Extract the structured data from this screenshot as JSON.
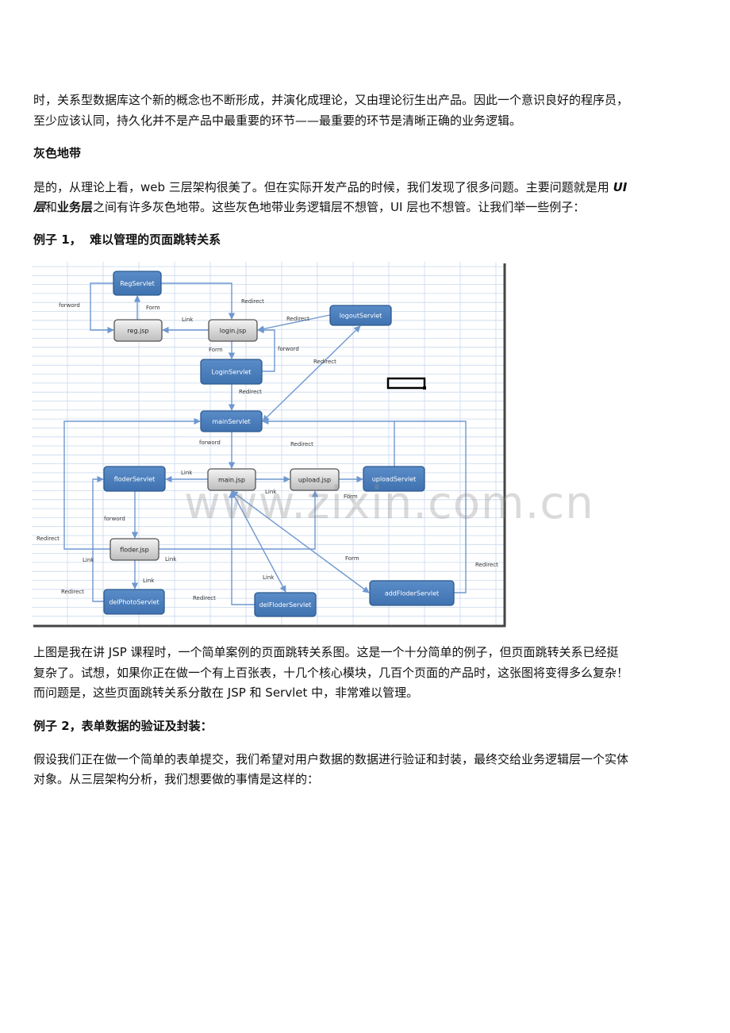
{
  "paragraph_1": {
    "line_1": "时，关系型数据库这个新的概念也不断形成，并演化成理论，又由理论衍生出产品。因此一个意识良好的程序员，",
    "line_2": "至少应该认同，持久化并不是产品中最重要的环节——最重要的环节是清晰正确的业务逻辑。"
  },
  "heading_gray_zone": "灰色地带",
  "paragraph_2": {
    "line_1_a": "是的，从理论上看，web 三层架构很美了。但在实际开发产品的时候，我们发现了很多问题。主要问题就是用 ",
    "line_1_b": "UI",
    "line_2_a": "层",
    "line_2_b": "和",
    "line_2_c": "业务层",
    "line_2_d": "之间有许多灰色地带。这些灰色地带业务逻辑层不想管，UI 层也不想管。让我们举一些例子："
  },
  "heading_example_1": "例子 1，  难以管理的页面跳转关系",
  "diagram": {
    "nodes": {
      "reg_servlet": "RegServlet",
      "reg_jsp": "reg.jsp",
      "login_jsp": "login.jsp",
      "logout_servlet": "logoutServlet",
      "login_servlet": "LoginServlet",
      "main_servlet": "mainServlet",
      "floder_servlet": "floderServlet",
      "main_jsp": "main.jsp",
      "upload_jsp": "upload.jsp",
      "upload_servlet": "uploadServlet",
      "floder_jsp": "floder.jsp",
      "del_photo_servlet": "delPhotoServlet",
      "del_floder_servlet": "delFloderServlet",
      "add_floder_servlet": "addFloderServlet"
    },
    "edge_labels": {
      "forword": "forword",
      "form": "Form",
      "link": "Link",
      "redirect": "Redirect"
    },
    "colors": {
      "servlet": "#4a7ebb",
      "jsp": "#d9d9d9",
      "edge": "#6f98d0",
      "grid": "#c9d8ee"
    }
  },
  "watermark": "www.zixin.com.cn",
  "paragraph_3": {
    "line_1": "上图是我在讲 JSP 课程时，一个简单案例的页面跳转关系图。这是一个十分简单的例子，但页面跳转关系已经挺",
    "line_2": "复杂了。试想，如果你正在做一个有上百张表，十几个核心模块，几百个页面的产品时，这张图将变得多么复杂！",
    "line_3": "而问题是，这些页面跳转关系分散在 JSP 和 Servlet 中，非常难以管理。"
  },
  "heading_example_2": "例子 2，表单数据的验证及封装：",
  "paragraph_4": {
    "line_1": "假设我们正在做一个简单的表单提交，我们希望对用户数据的数据进行验证和封装，最终交给业务逻辑层一个实体",
    "line_2": "对象。从三层架构分析，我们想要做的事情是这样的："
  }
}
